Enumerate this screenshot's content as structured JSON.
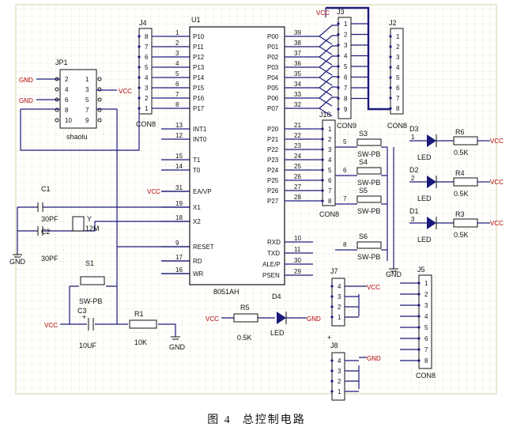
{
  "caption": {
    "fig": "图 4",
    "title": "总控制电路"
  },
  "mcu": {
    "ref": "U1",
    "part": "8051AH",
    "left_pins": [
      {
        "num": "1",
        "name": "P10"
      },
      {
        "num": "2",
        "name": "P11"
      },
      {
        "num": "3",
        "name": "P12"
      },
      {
        "num": "4",
        "name": "P13"
      },
      {
        "num": "5",
        "name": "P14"
      },
      {
        "num": "6",
        "name": "P15"
      },
      {
        "num": "7",
        "name": "P16"
      },
      {
        "num": "8",
        "name": "P17"
      },
      {
        "num": "13",
        "name": "INT1"
      },
      {
        "num": "12",
        "name": "INT0"
      },
      {
        "num": "15",
        "name": "T1"
      },
      {
        "num": "14",
        "name": "T0"
      },
      {
        "num": "31",
        "name": "EA/VP"
      },
      {
        "num": "19",
        "name": "X1"
      },
      {
        "num": "18",
        "name": "X2"
      },
      {
        "num": "9",
        "name": "RESET"
      },
      {
        "num": "17",
        "name": "RD"
      },
      {
        "num": "16",
        "name": "WR"
      }
    ],
    "right_pins": [
      {
        "num": "39",
        "name": "P00"
      },
      {
        "num": "38",
        "name": "P01"
      },
      {
        "num": "37",
        "name": "P02"
      },
      {
        "num": "36",
        "name": "P03"
      },
      {
        "num": "35",
        "name": "P04"
      },
      {
        "num": "34",
        "name": "P05"
      },
      {
        "num": "33",
        "name": "P06"
      },
      {
        "num": "32",
        "name": "P07"
      },
      {
        "num": "21",
        "name": "P20"
      },
      {
        "num": "22",
        "name": "P21"
      },
      {
        "num": "23",
        "name": "P22"
      },
      {
        "num": "24",
        "name": "P23"
      },
      {
        "num": "25",
        "name": "P24"
      },
      {
        "num": "26",
        "name": "P25"
      },
      {
        "num": "27",
        "name": "P26"
      },
      {
        "num": "28",
        "name": "P27"
      },
      {
        "num": "10",
        "name": "RXD"
      },
      {
        "num": "11",
        "name": "TXD"
      },
      {
        "num": "30",
        "name": "ALE/P"
      },
      {
        "num": "29",
        "name": "PSEN"
      }
    ]
  },
  "connectors": {
    "J4": {
      "ref": "J4",
      "part": "CON8",
      "pins": [
        "8",
        "7",
        "6",
        "5",
        "4",
        "3",
        "2",
        "1"
      ]
    },
    "J3": {
      "ref": "J3",
      "part": "CON9",
      "pins": [
        "1",
        "2",
        "3",
        "4",
        "5",
        "6",
        "7",
        "8",
        "9"
      ]
    },
    "J2": {
      "ref": "J2",
      "part": "CON8",
      "pins": [
        "1",
        "2",
        "3",
        "4",
        "5",
        "6",
        "7",
        "8"
      ]
    },
    "J10": {
      "ref": "J10",
      "part": "CON8",
      "pins": [
        "1",
        "2",
        "3",
        "4",
        "5",
        "6",
        "7",
        "8"
      ]
    },
    "J7": {
      "ref": "J7",
      "pins": [
        "4",
        "3",
        "2",
        "1"
      ]
    },
    "J8": {
      "ref": "J8",
      "pins": [
        "4",
        "3",
        "2",
        "1"
      ]
    },
    "J5": {
      "ref": "J5",
      "part": "CON8",
      "pins": [
        "1",
        "2",
        "3",
        "4",
        "5",
        "6",
        "7",
        "8"
      ]
    }
  },
  "jp1": {
    "ref": "JP1",
    "part": "shaolu",
    "left_pins": [
      "2",
      "4",
      "6",
      "8",
      "10"
    ],
    "right_pins": [
      "1",
      "3",
      "5",
      "7",
      "9"
    ]
  },
  "net_labels": {
    "vcc": "VCC",
    "gnd": "GND",
    "plus": "+"
  },
  "parts": {
    "c1": {
      "ref": "C1",
      "value": "30PF"
    },
    "c2": {
      "ref": "C2",
      "value": "30PF"
    },
    "y": {
      "ref": "Y",
      "value": "12M"
    },
    "s1": {
      "ref": "S1",
      "value": "SW-PB"
    },
    "c3": {
      "ref": "C3",
      "value": "10UF"
    },
    "r1": {
      "ref": "R1",
      "value": "10K"
    },
    "r5": {
      "ref": "R5",
      "value": "0.5K"
    },
    "d4": {
      "ref": "D4",
      "value": "LED"
    },
    "switches": [
      {
        "ref": "S3",
        "value": "SW-PB",
        "pin": "5"
      },
      {
        "ref": "S4",
        "value": "SW-PB",
        "pin": "6"
      },
      {
        "ref": "S5",
        "value": "SW-PB",
        "pin": "7"
      },
      {
        "ref": "S6",
        "value": "SW-PB",
        "pin": "8"
      }
    ],
    "leds": [
      {
        "dref": "D3",
        "rref": "R6",
        "value": "0.5K",
        "pin": "1",
        "kind": "LED"
      },
      {
        "dref": "D2",
        "rref": "R4",
        "value": "0.5K",
        "pin": "2",
        "kind": "LED"
      },
      {
        "dref": "D1",
        "rref": "R3",
        "value": "0.5K",
        "pin": "3",
        "kind": "LED"
      }
    ]
  },
  "colors": {
    "grid": "#d8d2a0",
    "wire": "#1a1a7a",
    "highlight": "#b00000",
    "component": "#111111"
  }
}
